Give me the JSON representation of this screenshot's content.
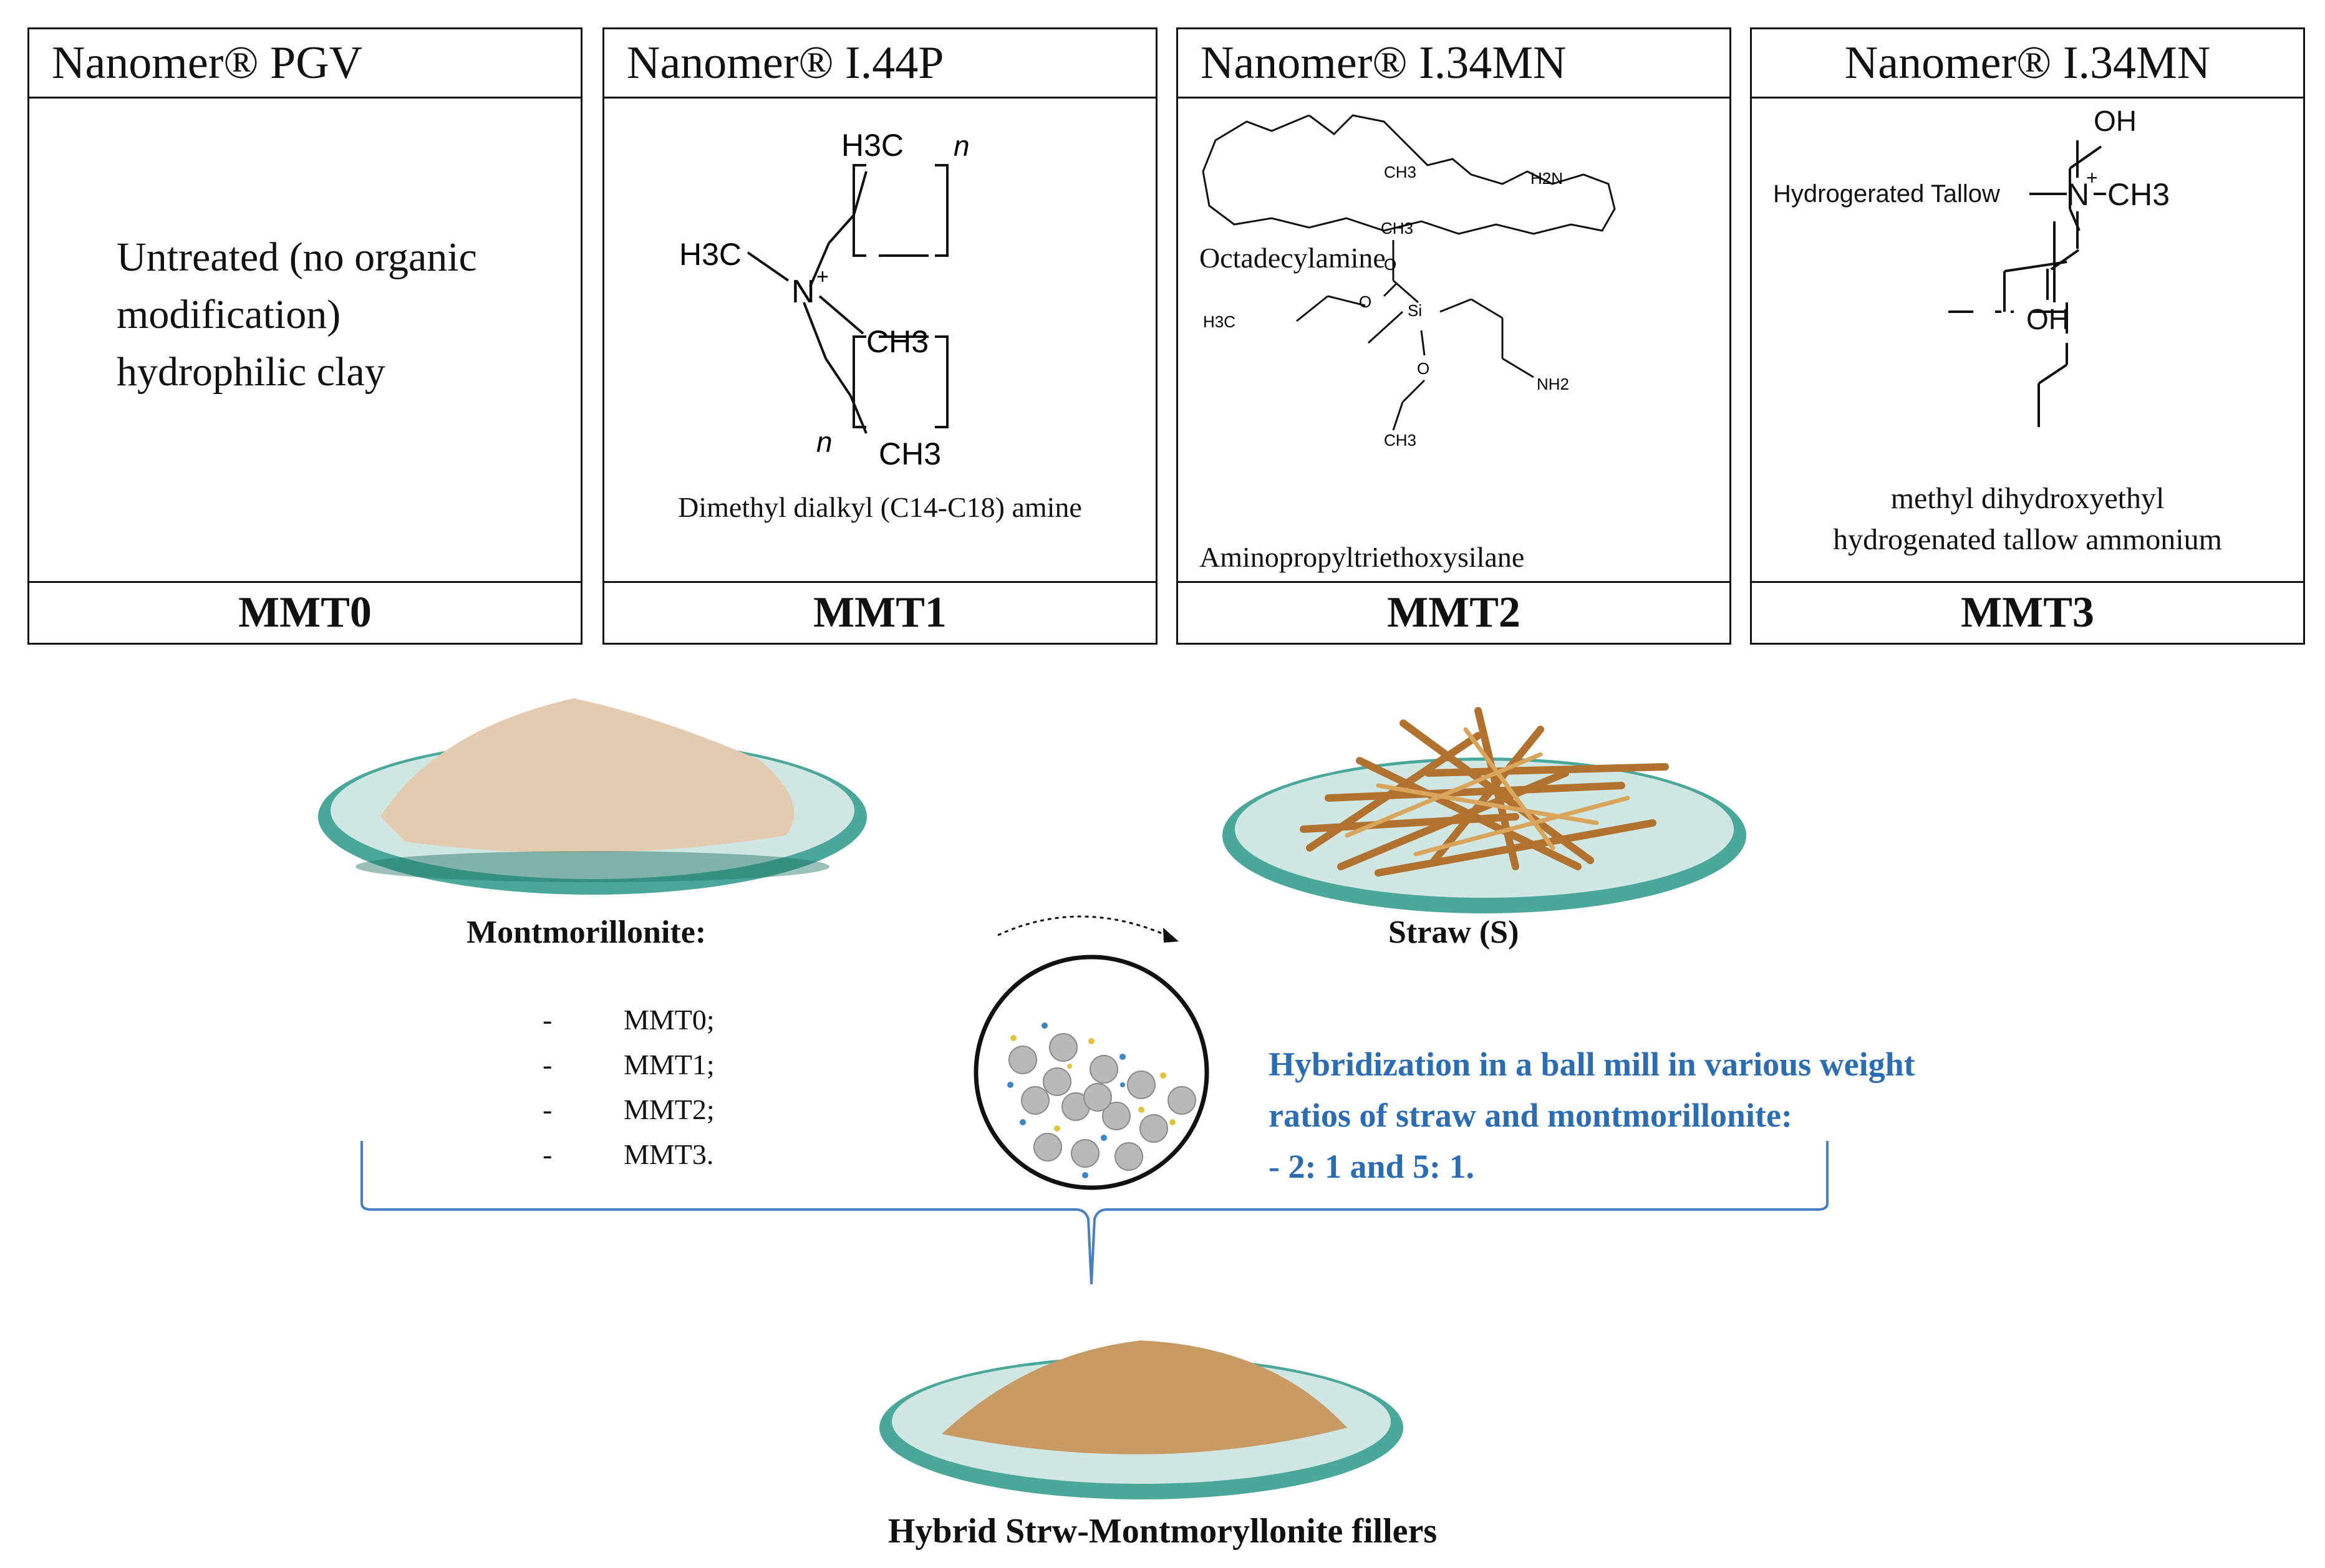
{
  "colors": {
    "outline": "#111111",
    "brace": "#4a7ec2",
    "hybridization_text": "#2a6db5",
    "dish_glass": "#4aa89a",
    "dish_glass_dark": "#1f7367",
    "clay_powder": "#e3cbb0",
    "straw": "#b0722e",
    "hybrid_powder": "#c79b63",
    "ball": "#b9b9b9"
  },
  "panels": [
    {
      "header": "Nanomer® PGV",
      "footer": "MMT0",
      "body_lines": [
        "Untreated (no organic",
        "modification)",
        "hydrophilic clay"
      ]
    },
    {
      "header": "Nanomer® I.44P",
      "footer": "MMT1",
      "caption": "Dimethyl dialkyl (C14-C18) amine",
      "labels": {
        "h3c_top": "H3C",
        "h3c_left": "H3C",
        "n_plus": "N",
        "plus": "+",
        "ch3_right": "CH3",
        "ch3_bottom": "CH3",
        "n_top": "n",
        "n_bottom": "n"
      }
    },
    {
      "header": "Nanomer® I.34MN",
      "footer": "MMT2",
      "caption_top": "Octadecylamine",
      "caption_bottom": "Aminopropyltriethoxysilane",
      "labels": {
        "ch3_chain": "CH3",
        "h2n": "H2N",
        "ch3_a": "CH3",
        "o_a": "O",
        "si": "Si",
        "o_b": "O",
        "h3c": "H3C",
        "o_c": "O",
        "nh2": "NH2",
        "ch3_b": "CH3"
      }
    },
    {
      "header": "Nanomer® I.34MN",
      "footer": "MMT3",
      "caption_lines": [
        "methyl dihydroxyethyl",
        "hydrogenated tallow ammonium"
      ],
      "labels": {
        "oh_top": "OH",
        "tallow": "Hydrogerated Tallow",
        "n": "N",
        "plus": "+",
        "ch3": "CH3",
        "oh_bottom": "OH"
      }
    }
  ],
  "montmorillonite": {
    "title": "Montmorillonite:",
    "dash": "-",
    "items": [
      "MMT0;",
      "MMT1;",
      "MMT2;",
      "MMT3."
    ]
  },
  "straw_label": "Straw (S)",
  "hybridization_lines": [
    "Hybridization in a ball mill in various weight",
    "ratios of straw and montmorillonite:",
    "- 2: 1 and 5: 1."
  ],
  "hybrid_label": "Hybrid Strw-Montmoryllonite fillers"
}
